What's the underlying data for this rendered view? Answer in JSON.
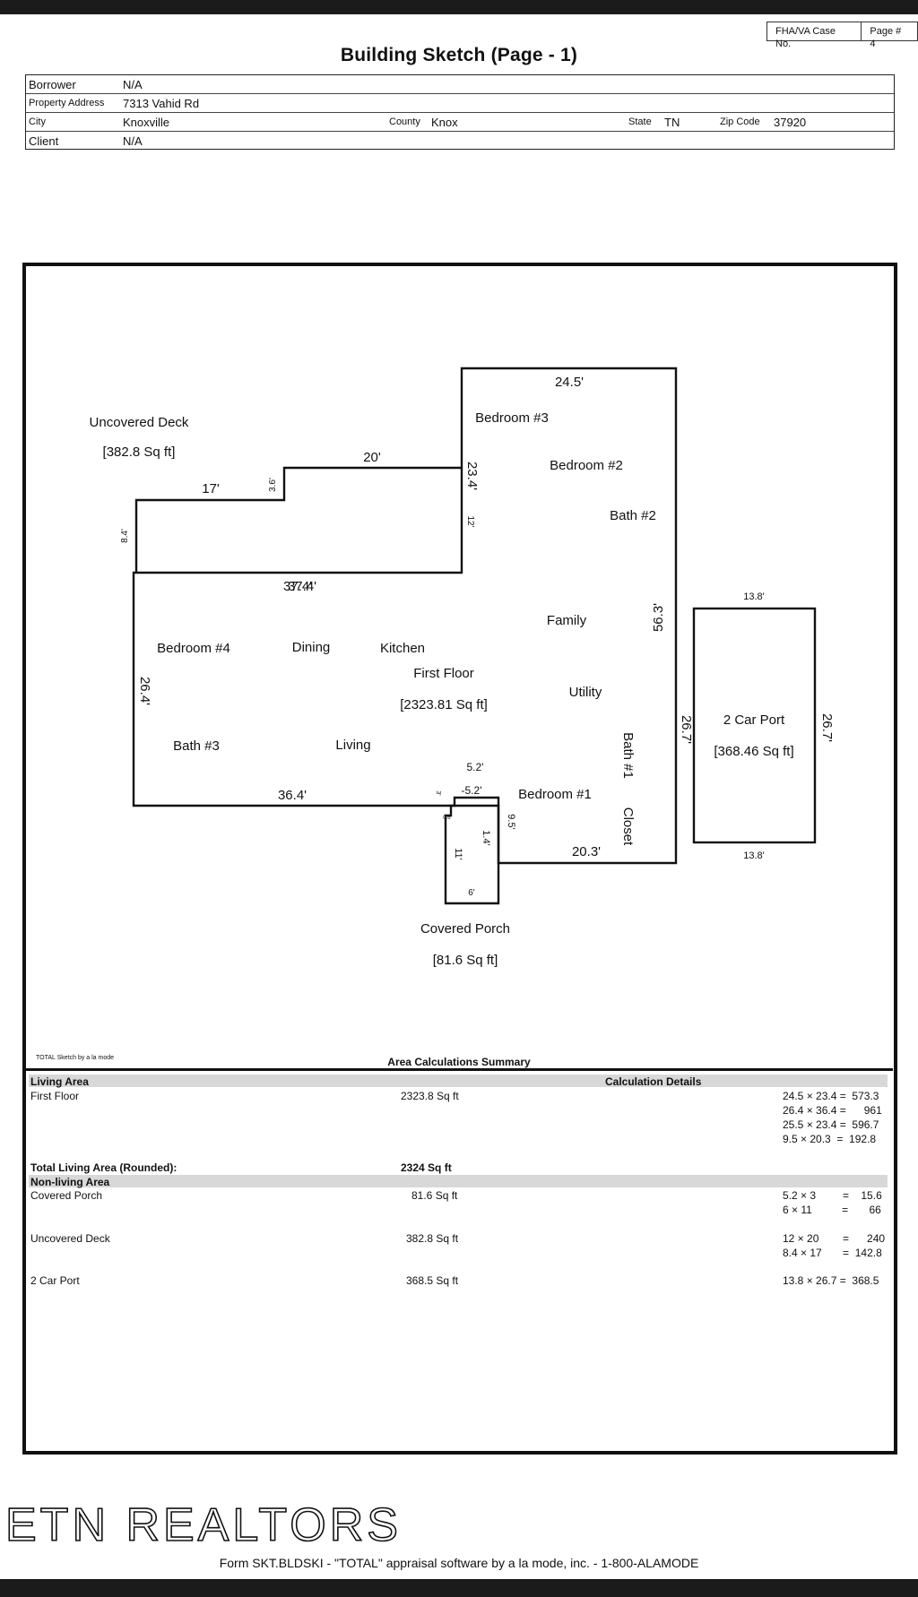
{
  "form": {
    "fha_label": "FHA/VA Case No.",
    "page_label": "Page # 4",
    "title": "Building Sketch (Page - 1)"
  },
  "header": {
    "borrower_label": "Borrower",
    "borrower_value": "N/A",
    "address_label": "Property Address",
    "address_value": "7313 Vahid Rd",
    "city_label": "City",
    "city_value": "Knoxville",
    "county_label": "County",
    "county_value": "Knox",
    "state_label": "State",
    "state_value": "TN",
    "zip_label": "Zip Code",
    "zip_value": "37920",
    "client_label": "Client",
    "client_value": "N/A"
  },
  "sketch": {
    "deck_name": "Uncovered Deck",
    "deck_area": "[382.8 Sq ft]",
    "floor_name": "First Floor",
    "floor_area": "[2323.81 Sq ft]",
    "porch_name": "Covered Porch",
    "porch_area": "[81.6 Sq ft]",
    "carport_name": "2 Car Port",
    "carport_area": "[368.46 Sq ft]",
    "rooms": {
      "bedroom3": "Bedroom #3",
      "bedroom2": "Bedroom #2",
      "bath2": "Bath #2",
      "family": "Family",
      "bedroom4": "Bedroom #4",
      "dining": "Dining",
      "kitchen": "Kitchen",
      "utility": "Utility",
      "bath3": "Bath #3",
      "living": "Living",
      "bath1": "Bath #1",
      "bedroom1": "Bedroom #1",
      "closet": "Closet"
    },
    "dims": {
      "d_245": "24.5'",
      "d_20": "20'",
      "d_17": "17'",
      "d_36": "3.6'",
      "d_234": "23.4'",
      "d_12": "12'",
      "d_84": "8.4'",
      "d_374": "37.4'",
      "d_374b": "37.4'",
      "d_563": "56.3'",
      "d_264": "26.4'",
      "d_364": "36.4'",
      "d_267a": "26.7'",
      "d_52a": "5.2'",
      "d_52b": "-5.2'",
      "d_3": "3'",
      "d_95": "9.5'",
      "d_14": "1.4'",
      "d_203": "20.3'",
      "d_11": "11'",
      "d_6": "6'",
      "d_06": "0.6'",
      "d_138a": "13.8'",
      "d_138b": "13.8'",
      "d_267b": "26.7'"
    }
  },
  "summary": {
    "caption": "TOTAL Sketch by a la mode",
    "title": "Area Calculations Summary",
    "living_label": "Living Area",
    "calc_label": "Calculation Details",
    "first_floor": "First Floor",
    "first_floor_area": "2323.8 Sq ft",
    "first_floor_calc": "24.5 × 23.4 =  573.3\n26.4 × 36.4 =      961\n25.5 × 23.4 =  596.7\n9.5 × 20.3  =  192.8",
    "total_label": "Total Living Area (Rounded):",
    "total_value": "2324 Sq ft",
    "nonliving_label": "Non-living Area",
    "porch": "Covered Porch",
    "porch_area": "81.6 Sq ft",
    "porch_calc": "5.2 × 3         =    15.6\n6 × 11          =       66",
    "deck": "Uncovered Deck",
    "deck_area": "382.8 Sq ft",
    "deck_calc": "12 × 20        =      240\n8.4 × 17       =  142.8",
    "carport": "2 Car Port",
    "carport_area": "368.5 Sq ft",
    "carport_calc": "13.8 × 26.7 =  368.5"
  },
  "footer": {
    "logo": "ETN REALTORS",
    "line": "Form SKT.BLDSKI - \"TOTAL\" appraisal software by a la mode, inc. - 1-800-ALAMODE"
  }
}
